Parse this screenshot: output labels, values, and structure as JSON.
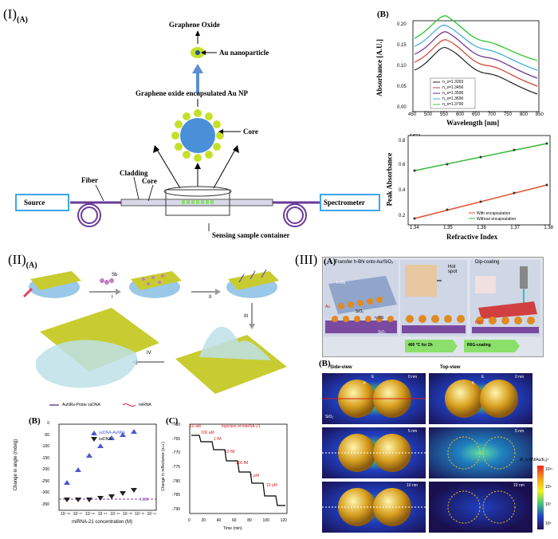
{
  "section1": {
    "roman": "(I)",
    "sub": "(A)",
    "labels": {
      "graphene_oxide": "Graphene Oxide",
      "au_np": "Au nanoparticle",
      "go_encap": "Graphene oxide encapsulated Au NP",
      "core": "Core",
      "fiber": "Fiber",
      "cladding": "Cladding",
      "core2": "Core",
      "source": "Source",
      "spectrometer": "Spectrometer",
      "container": "Sensing sample container"
    },
    "panelB": {
      "letter": "(B)",
      "ylabel": "Absorbance [A.U.]",
      "xlabel": "Wavelength [nm]",
      "xticks": [
        "450",
        "500",
        "550",
        "600",
        "650",
        "700",
        "750",
        "800",
        "850"
      ],
      "yticks": [
        "0.00",
        "0.05",
        "0.10",
        "0.15",
        "0.20"
      ],
      "legend": [
        "n_s=1.3393",
        "n_s=1.3456",
        "n_s=1.3590",
        "n_s=1.3690",
        "n_s=1.3790"
      ],
      "colors": [
        "#222222",
        "#d23a2a",
        "#6a2a8a",
        "#3aa8d8",
        "#3ac83a"
      ]
    },
    "panelC": {
      "letter": "(C)",
      "ylabel": "Peak Absorbance",
      "xlabel": "Refractive Index",
      "xticks": [
        "1.34",
        "1.35",
        "1.36",
        "1.37",
        "1.38"
      ],
      "yticks": [
        "0.8",
        "0.6",
        "0.4",
        "0.2"
      ],
      "legend": [
        "With encapsulation",
        "Without encapsulation"
      ],
      "colors": [
        "#e0522a",
        "#3ab83a"
      ]
    }
  },
  "section2": {
    "roman": "(II)",
    "sub": "(A)",
    "steps": [
      "Sb",
      "I",
      "II",
      "III",
      "IV"
    ],
    "legend": [
      "AuNRs-Probe ssDNA",
      "miRNA"
    ],
    "panelB": {
      "letter": "(B)",
      "ylabel": "Change in angle (mdeg)",
      "xlabel": "miRNA-21 concentration (M)",
      "yticks": [
        "0",
        "-50",
        "-100",
        "-150",
        "-200",
        "-250",
        "-300",
        "-350"
      ],
      "xticks": [
        "10⁻¹⁸",
        "10⁻¹⁷",
        "10⁻¹⁶",
        "10⁻¹⁵",
        "10⁻¹⁴",
        "10⁻¹³",
        "10⁻¹²",
        "10⁻¹¹"
      ],
      "legend": [
        "ssDNA-AuNRs",
        "ssDNA"
      ],
      "lod": "LOD"
    },
    "panelC": {
      "letter": "(C)",
      "ylabel": "Change in reflectance (a.u.)",
      "xlabel": "Time (min)",
      "yticks": [
        "-760",
        "-765",
        "-770",
        "-775",
        "-780",
        "-785",
        "-790"
      ],
      "xticks": [
        "0",
        "20",
        "40",
        "60",
        "80",
        "100",
        "120"
      ],
      "annotations": [
        "10 aM",
        "100 aM",
        "1 fM",
        "10 fM",
        "100 fM",
        "1 pM",
        "10 pM",
        "Injection of miRNA-21"
      ]
    }
  },
  "section3": {
    "roman": "(III)",
    "panelA": {
      "letter": "(A)",
      "steps": [
        "Transfer h-BN onto Au/SiO₂",
        "Hot spot",
        "Dip-coating"
      ],
      "labels": [
        "h-BN",
        "Au",
        "SiO₂",
        "h-BN",
        "SiO₂",
        "R6G"
      ],
      "arrows": [
        "400 °C for 2h",
        "R6G-coating"
      ]
    },
    "panelB": {
      "letter": "(B)",
      "cols": [
        "Side-view",
        "Top-view"
      ],
      "rows": [
        "0 nm",
        "5 nm",
        "10 nm"
      ],
      "axes": [
        "E",
        "K",
        "E",
        "K"
      ],
      "substrate": "SiO₂",
      "cbar_title": "|E_h-BN/Au/E₀|⁴",
      "cbar_ticks": [
        "10¹¹",
        "10⁹",
        "10⁷",
        "10⁵"
      ]
    }
  }
}
